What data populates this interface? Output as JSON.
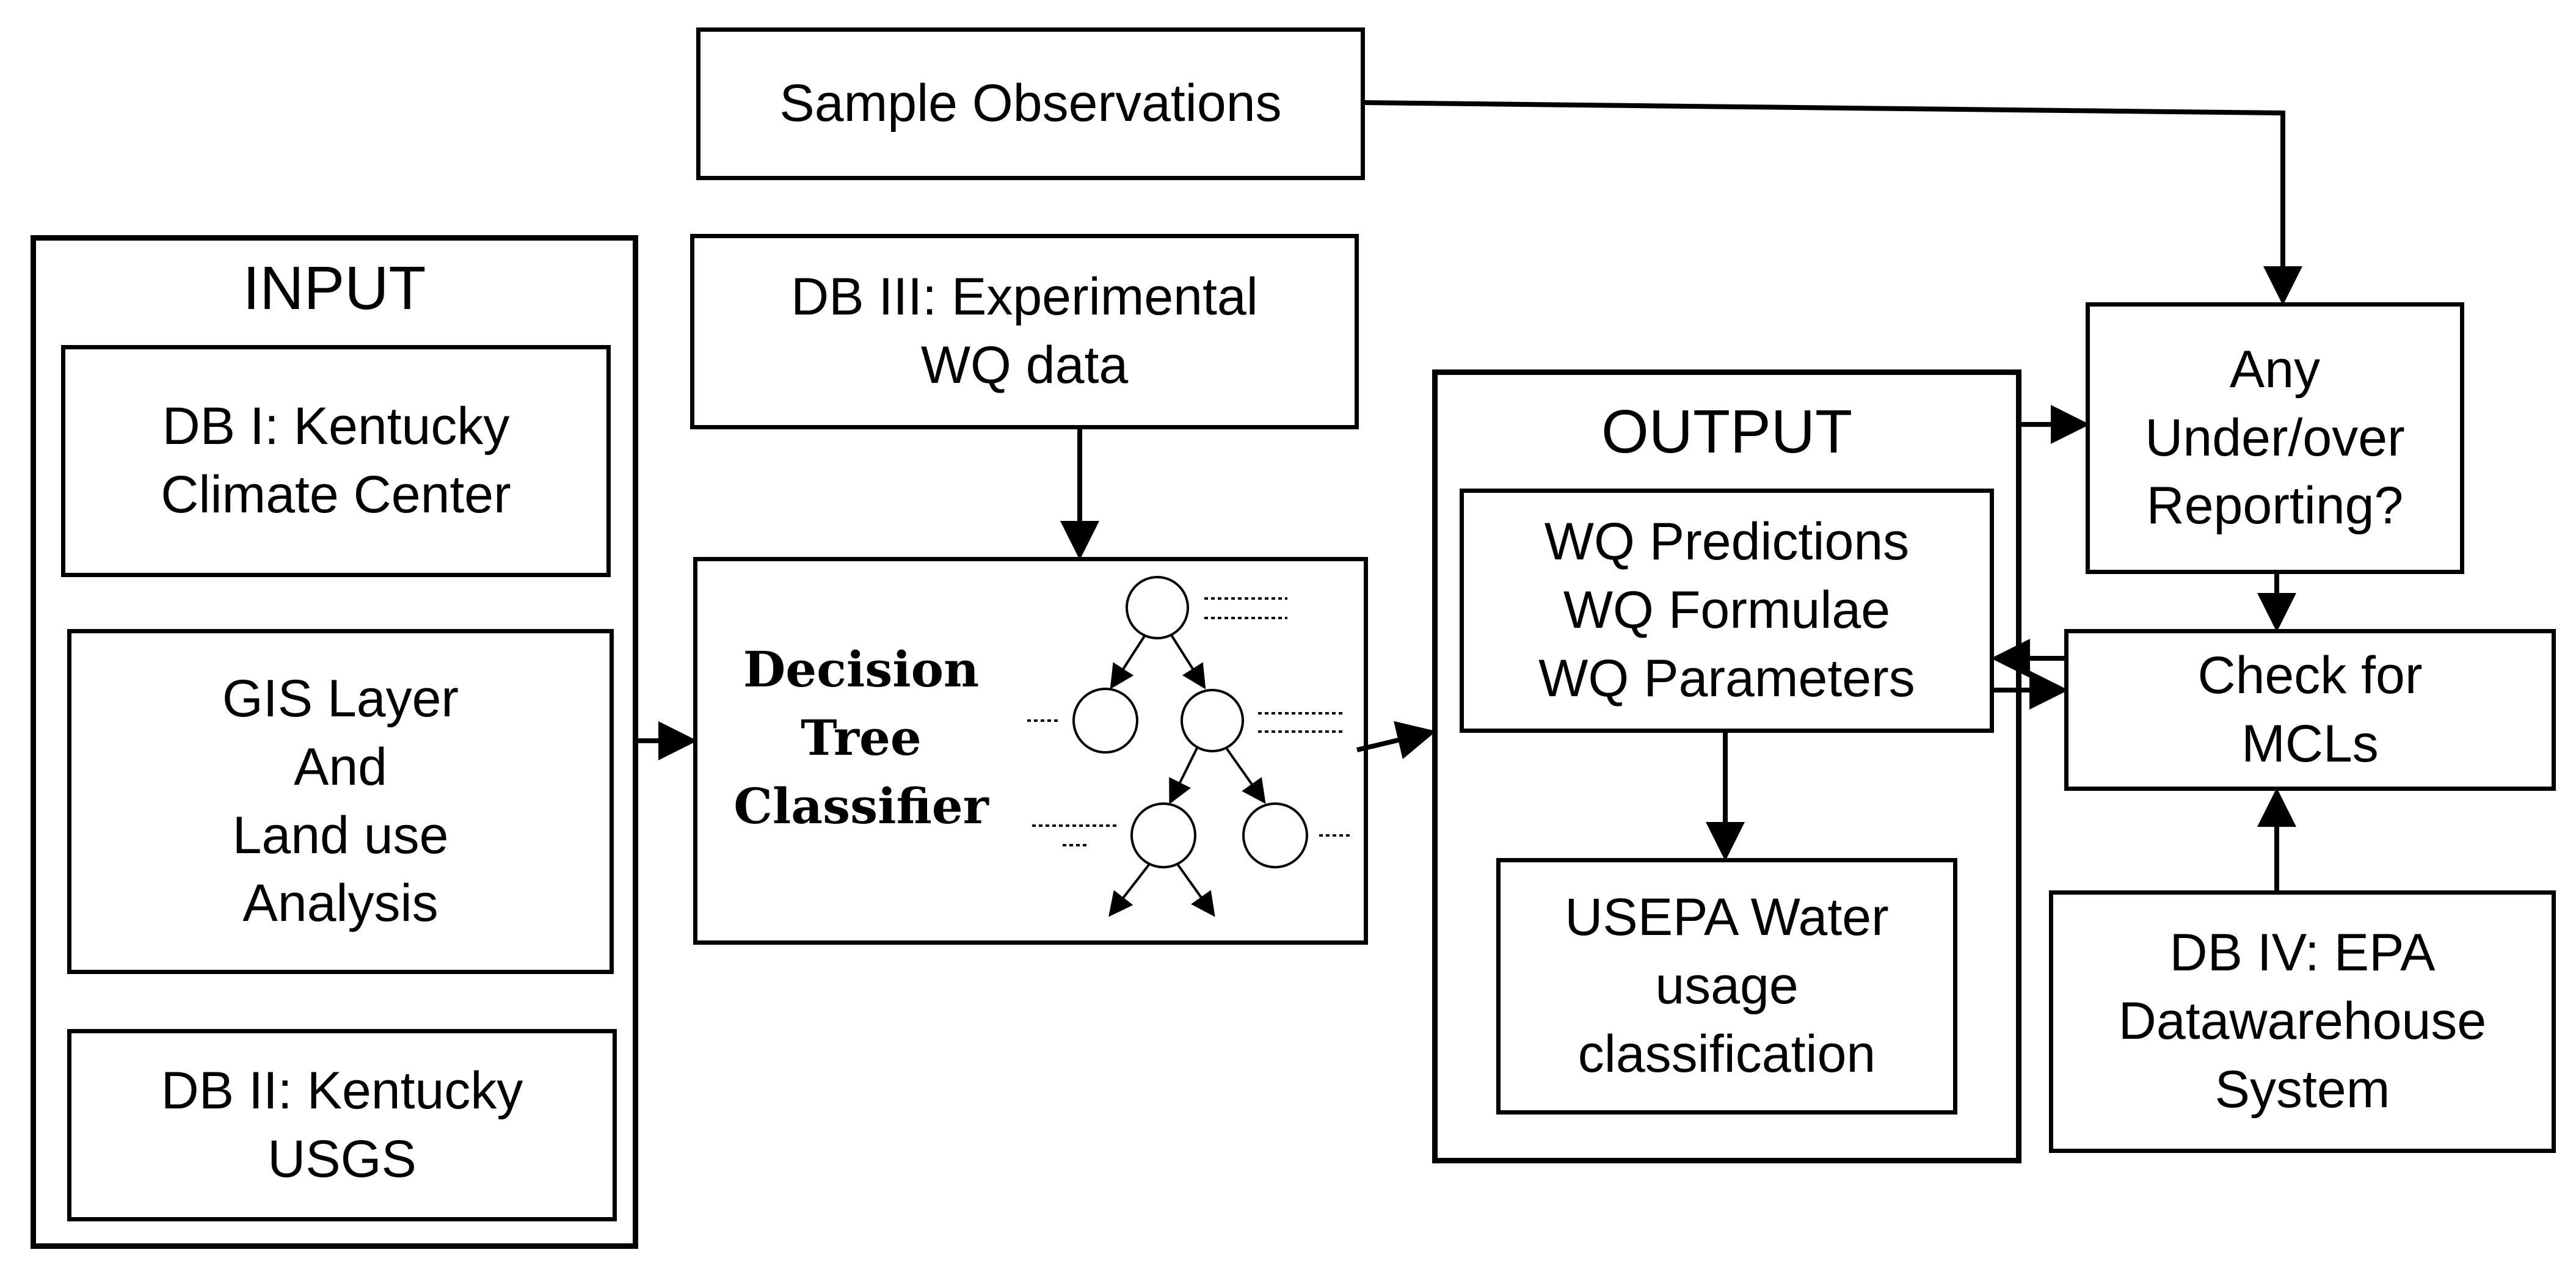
{
  "input": {
    "title": "INPUT",
    "db1": [
      "DB I: Kentucky",
      "Climate Center"
    ],
    "gis": [
      "GIS Layer",
      "And",
      "Land use",
      "Analysis"
    ],
    "db2": [
      "DB II: Kentucky",
      "USGS"
    ]
  },
  "sample_observations": "Sample Observations",
  "db3": [
    "DB III: Experimental",
    "WQ data"
  ],
  "classifier": {
    "label": [
      "Decision",
      "Tree",
      "Classifier"
    ]
  },
  "output": {
    "title": "OUTPUT",
    "predictions": [
      "WQ Predictions",
      "WQ Formulae",
      "WQ Parameters"
    ],
    "usepa": [
      "USEPA Water",
      "usage",
      "classification"
    ]
  },
  "reporting": [
    "Any",
    "Under/over",
    "Reporting?"
  ],
  "mcl": [
    "Check for",
    "MCLs"
  ],
  "db4": [
    "DB IV: EPA",
    "Datawarehouse",
    "System"
  ]
}
